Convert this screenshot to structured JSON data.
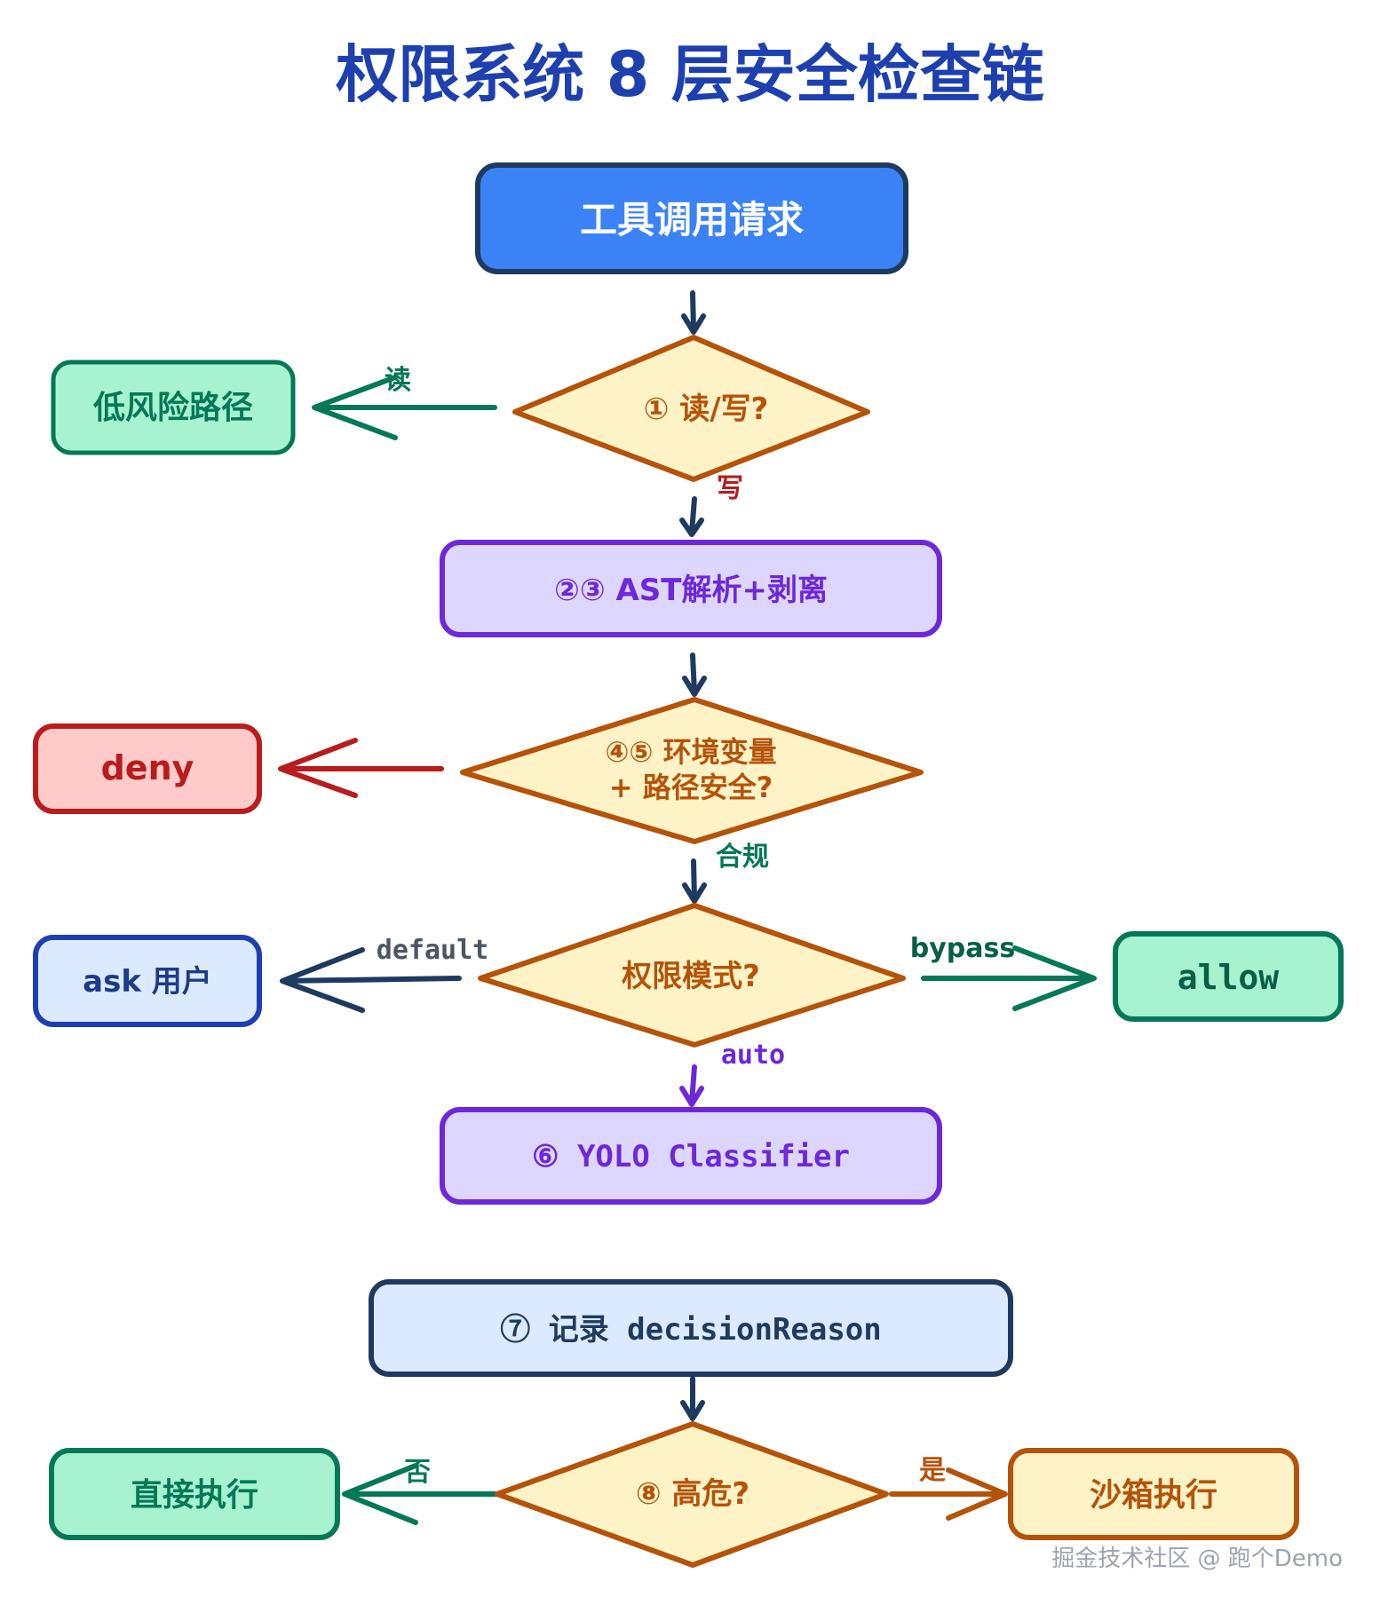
{
  "title": "权限系统 8 层安全检查链",
  "colors": {
    "title": "#1e40af",
    "navy": "#1e3a5f",
    "orange": "#b45309",
    "purple": "#6d28d9",
    "green": "#047857",
    "red": "#b91c1c",
    "blue": "#1e40af"
  },
  "nodes": {
    "request": "工具调用请求",
    "read_write": "① 读/写?",
    "low_risk": "低风险路径",
    "ast": "②③ AST解析+剥离",
    "env_path_line1": "④⑤ 环境变量",
    "env_path_line2": "+ 路径安全?",
    "deny": "deny",
    "perm_mode": "权限模式?",
    "ask_user": "ask 用户",
    "allow": "allow",
    "yolo": "⑥ YOLO Classifier",
    "record": "⑦ 记录 decisionReason",
    "high_risk": "⑧ 高危?",
    "direct_exec": "直接执行",
    "sandbox_exec": "沙箱执行"
  },
  "edge_labels": {
    "read": "读",
    "write": "写",
    "compliant": "合规",
    "default": "default",
    "bypass": "bypass",
    "auto": "auto",
    "no": "否",
    "yes": "是"
  },
  "watermark": "掘金技术社区 @ 跑个Demo"
}
